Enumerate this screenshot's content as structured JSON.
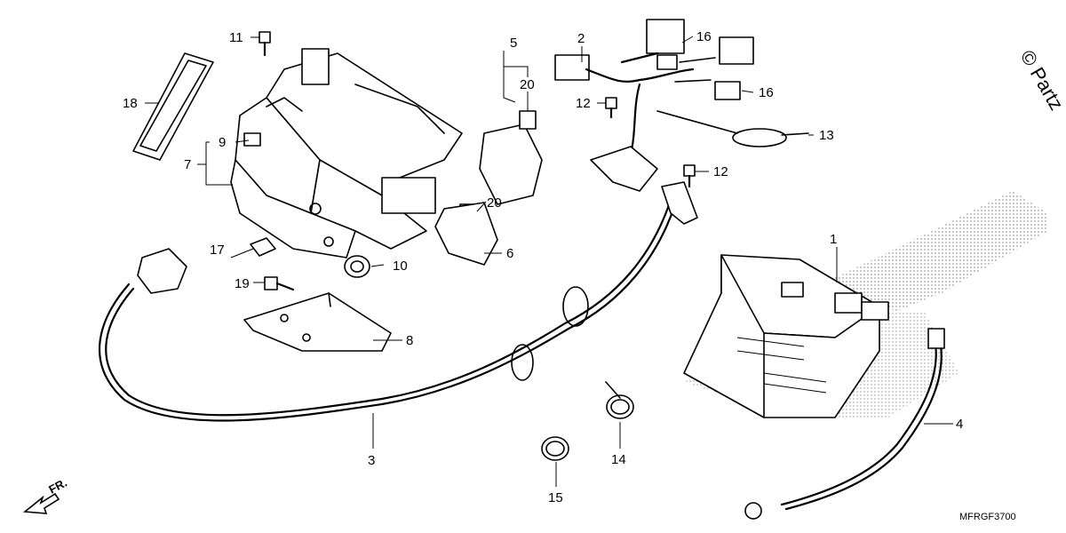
{
  "diagram": {
    "callouts": {
      "c1": "1",
      "c2": "2",
      "c3": "3",
      "c4": "4",
      "c5": "5",
      "c6": "6",
      "c7": "7",
      "c8": "8",
      "c9": "9",
      "c10": "10",
      "c11": "11",
      "c12a": "12",
      "c12b": "12",
      "c13": "13",
      "c14": "14",
      "c15": "15",
      "c16a": "16",
      "c16b": "16",
      "c17": "17",
      "c18": "18",
      "c19": "19",
      "c20a": "20",
      "c20b": "20"
    },
    "direction_label": "FR.",
    "diagram_code": "MFRGF3700",
    "watermark": "© Partz"
  }
}
